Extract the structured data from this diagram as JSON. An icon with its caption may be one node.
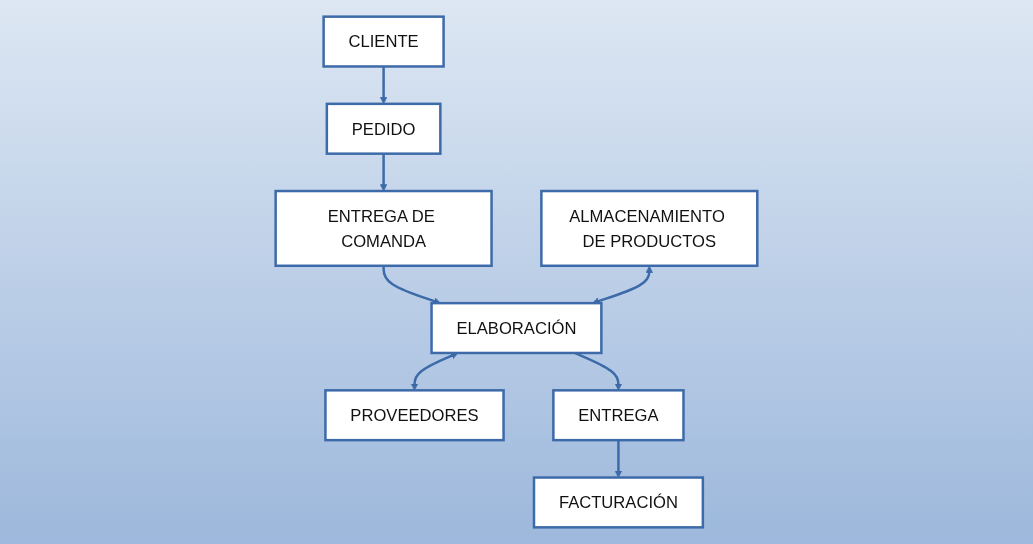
{
  "diagram": {
    "nodes": [
      {
        "text": [
          "CLIENTE"
        ]
      },
      {
        "text": [
          "PEDIDO"
        ]
      },
      {
        "text": [
          "ENTREGA DE COMANDA"
        ]
      },
      {
        "text": [
          "ALMACENAMIENTO DE PRODUCTOS"
        ]
      },
      {
        "text": [
          "ELABORACIÓN"
        ]
      },
      {
        "text": [
          "PROVEEDORES"
        ]
      },
      {
        "text": [
          "ENTREGA"
        ]
      },
      {
        "text": [
          "FACTURACIÓN"
        ]
      }
    ],
    "edges": [
      {
        "from": 0,
        "to": 1,
        "arrow": "to"
      },
      {
        "from": 1,
        "to": 2,
        "arrow": "to"
      },
      {
        "from": 2,
        "to": 4,
        "arrow": "to"
      },
      {
        "from": 3,
        "to": 4,
        "arrow": "both"
      },
      {
        "from": 4,
        "to": 5,
        "arrow": "both"
      },
      {
        "from": 4,
        "to": 6,
        "arrow": "to"
      },
      {
        "from": 6,
        "to": 7,
        "arrow": "to"
      }
    ]
  }
}
